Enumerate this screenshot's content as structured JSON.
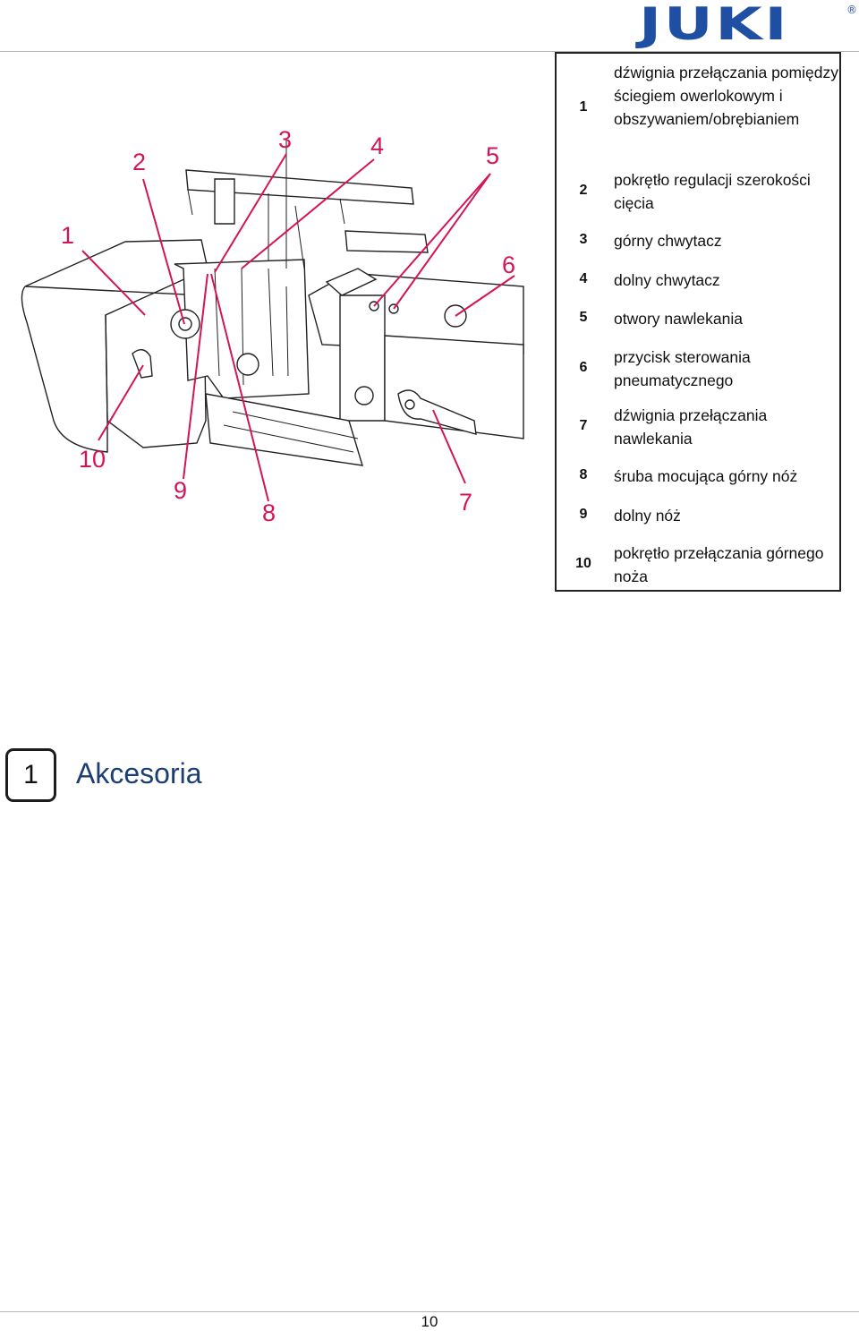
{
  "brand": {
    "logo_text": "JUKI",
    "registered_mark": "®",
    "color": "#1f4fa3"
  },
  "diagram": {
    "callouts": [
      "1",
      "2",
      "3",
      "4",
      "5",
      "6",
      "7",
      "8",
      "9",
      "10"
    ],
    "callout_color": "#d4145a"
  },
  "parts": [
    {
      "number": "1",
      "label": "dźwignia przełączania pomiędzy ściegiem owerlokowym i obszywaniem/obrębianiem"
    },
    {
      "number": "2",
      "label": "pokrętło regulacji szerokości cięcia"
    },
    {
      "number": "3",
      "label": "górny chwytacz"
    },
    {
      "number": "4",
      "label": "dolny chwytacz"
    },
    {
      "number": "5",
      "label": "otwory nawlekania"
    },
    {
      "number": "6",
      "label": "przycisk sterowania pneumatycznego"
    },
    {
      "number": "7",
      "label": "dźwignia przełączania nawlekania"
    },
    {
      "number": "8",
      "label": "śruba mocująca górny nóż"
    },
    {
      "number": "9",
      "label": "dolny nóż"
    },
    {
      "number": "10",
      "label": "pokrętło przełączania górnego noża"
    }
  ],
  "section": {
    "number": "1",
    "title": "Akcesoria",
    "title_color": "#1c3f73"
  },
  "footer": {
    "page_number": "10"
  }
}
